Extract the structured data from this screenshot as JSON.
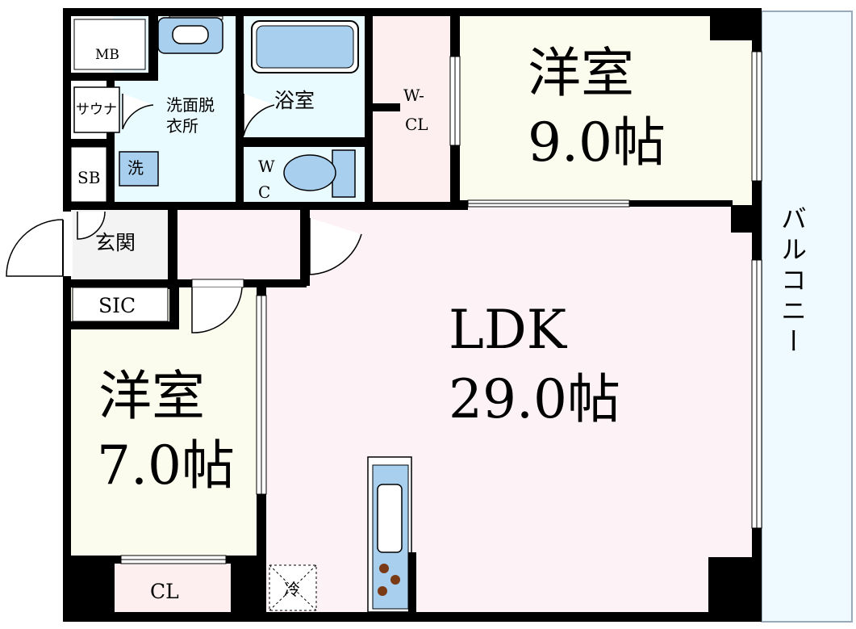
{
  "colors": {
    "wall": "#000000",
    "ldk_floor": "#fdf2f6",
    "room_floor": "#fcfcee",
    "wet_floor": "#eafbff",
    "closet_floor": "#fdeef0",
    "balcony_floor": "#eefaff",
    "fixture_blue": "#a8d0ee",
    "stove_burner": "#7a3a16"
  },
  "rooms": {
    "western_large": {
      "name": "洋室",
      "size": "9.0帖"
    },
    "ldk": {
      "name": "LDK",
      "size": "29.0帖"
    },
    "western_small": {
      "name": "洋室",
      "size": "7.0帖"
    },
    "balcony": {
      "name": "バルコニー"
    },
    "bath": {
      "name": "浴室"
    },
    "washroom": {
      "name_line1": "洗面脱",
      "name_line2": "衣所"
    },
    "toilet": {
      "name_line1": "W",
      "name_line2": "C"
    },
    "walkin_closet": {
      "name_line1": "W-",
      "name_line2": "CL"
    },
    "entrance": {
      "name": "玄関"
    },
    "meter_box": {
      "name": "MB"
    },
    "sauna": {
      "name": "サウナ"
    },
    "shoe_box": {
      "name": "SB"
    },
    "shoe_closet": {
      "name": "SIC"
    },
    "closet": {
      "name": "CL"
    },
    "washing_machine": {
      "name": "洗"
    },
    "fridge": {
      "name": "冷"
    }
  }
}
